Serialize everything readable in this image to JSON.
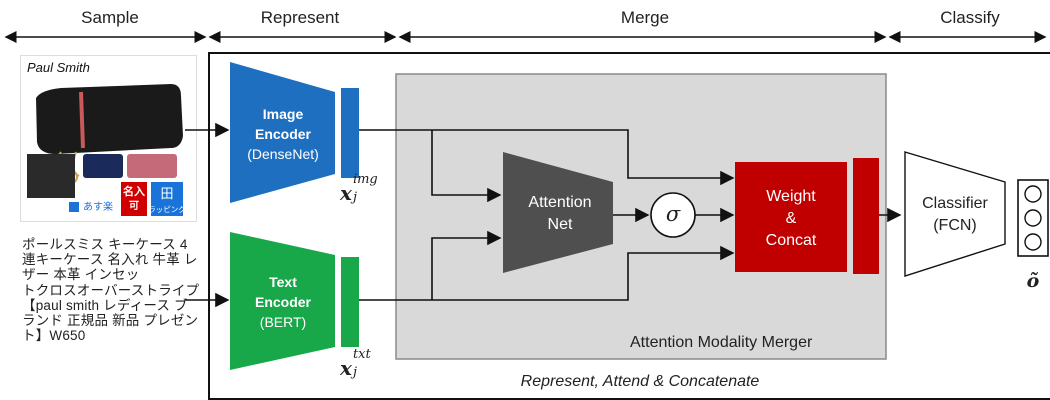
{
  "headers": {
    "sample": "Sample",
    "represent": "Represent",
    "merge": "Merge",
    "classify": "Classify"
  },
  "product_image": {
    "brand": "Paul Smith",
    "badge_name": "名入\n可",
    "badge_wrap": "ラッピング",
    "ship": "あす楽"
  },
  "sample_text": "ポールスミス キーケース 4連キーケース 名入れ 牛革 レザー 本革 インセッ\nトクロスオーバーストライプ 【paul smith レディース ブランド 正規品 新品 プレゼント】W650",
  "image_encoder": {
    "title": "Image\nEncoder",
    "subtitle": "(DenseNet)",
    "feature": "x",
    "feature_sub": "j",
    "feature_sup": "img"
  },
  "text_encoder": {
    "title": "Text\nEncoder",
    "subtitle": "(BERT)",
    "feature": "x",
    "feature_sub": "j",
    "feature_sup": "txt"
  },
  "attention_net": "Attention\nNet",
  "sigma": "σ",
  "weight_concat": "Weight\n&\nConcat",
  "merger_label": "Attention Modality Merger",
  "classifier": "Classifier\n(FCN)",
  "output_symbol": "õ",
  "caption": "Represent, Attend & Concatenate",
  "colors": {
    "image_encoder": "#1f6fc1",
    "text_encoder": "#18a84a",
    "attention": "#4f4f4f",
    "weight_concat": "#c00000",
    "merger_bg": "#d9d9d9"
  }
}
